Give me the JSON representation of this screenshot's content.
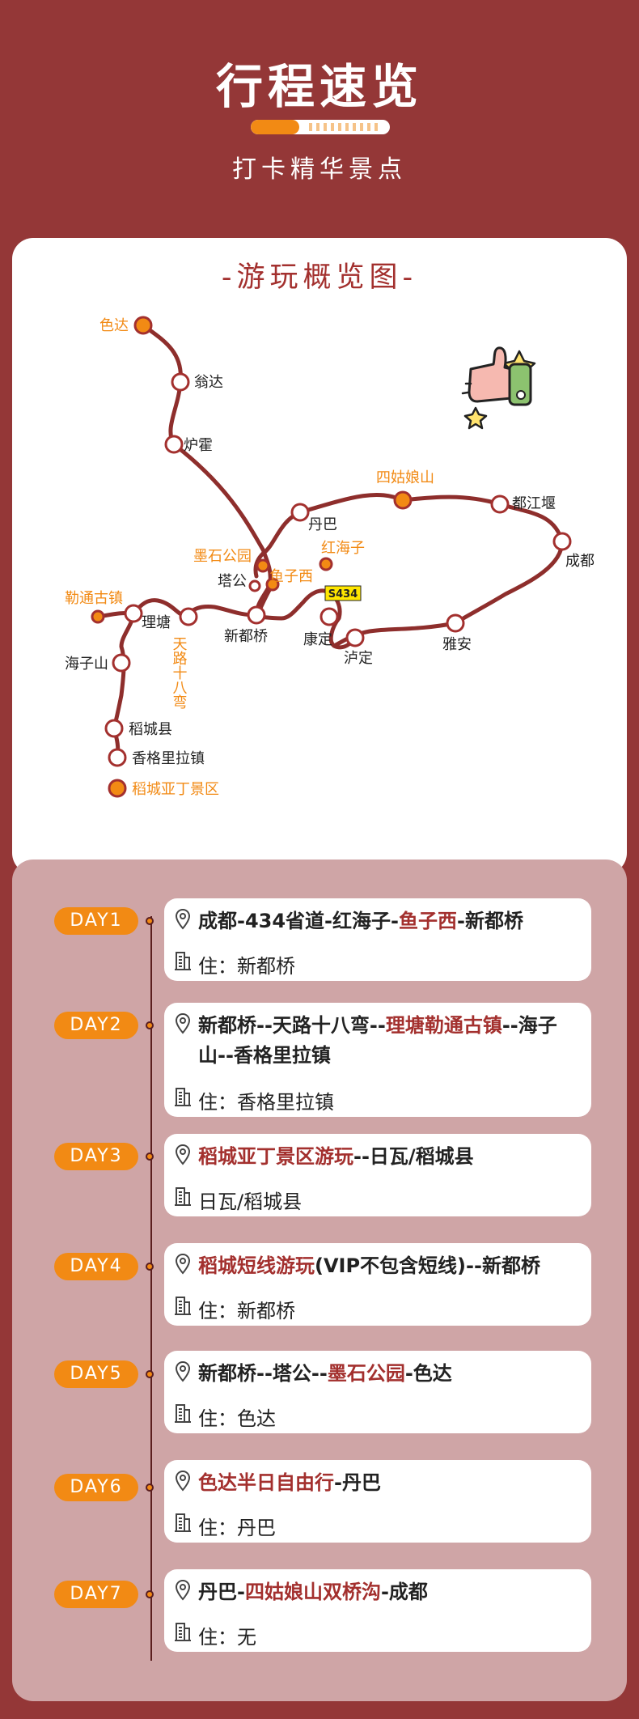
{
  "header": {
    "title": "行程速览",
    "subtitle": "打卡精华景点",
    "progress_fraction": 0.35
  },
  "colors": {
    "background": "#943737",
    "accent_orange": "#f28a14",
    "route_red": "#8e2e2c",
    "highlight_text": "#a3302e",
    "schedule_panel": "#cfa5a6"
  },
  "map": {
    "title": "-游玩概览图-",
    "places": {
      "seda": "色达",
      "wengda": "翁达",
      "luhuo": "炉霍",
      "sigunianshan": "四姑娘山",
      "dujiangyan": "都江堰",
      "danba": "丹巴",
      "chengdu": "成都",
      "moshi_park": "墨石公园",
      "tagong": "塔公",
      "yuzixi": "鱼子西",
      "honghaizi": "红海子",
      "road_sign": "S434",
      "letong_town": "勒通古镇",
      "litang": "理塘",
      "xinduqiao": "新都桥",
      "kangding": "康定",
      "luding": "泸定",
      "yaan": "雅安",
      "tianlu18": "天路十八弯",
      "haizishan": "海子山",
      "daocheng": "稻城县",
      "shangri_la": "香格里拉镇",
      "yading": "稻城亚丁景区"
    },
    "illustration": "thumbs-up-icon"
  },
  "days": [
    {
      "badge": "DAY1",
      "route": [
        {
          "t": "成都-434省道-红海子-",
          "hl": false
        },
        {
          "t": "鱼子西",
          "hl": true
        },
        {
          "t": "-新都桥",
          "hl": false
        }
      ],
      "stay": "住：新都桥"
    },
    {
      "badge": "DAY2",
      "route": [
        {
          "t": "新都桥--天路十八弯--",
          "hl": false
        },
        {
          "t": "理塘勒通古镇",
          "hl": true
        },
        {
          "t": "--海子山--香格里拉镇",
          "hl": false
        }
      ],
      "stay": "住：香格里拉镇"
    },
    {
      "badge": "DAY3",
      "route": [
        {
          "t": "稻城亚丁景区游玩",
          "hl": true
        },
        {
          "t": "--日瓦/稻城县",
          "hl": false
        }
      ],
      "stay": "日瓦/稻城县"
    },
    {
      "badge": "DAY4",
      "route": [
        {
          "t": "稻城短线游玩",
          "hl": true
        },
        {
          "t": "(VIP不包含短线)--新都桥",
          "hl": false
        }
      ],
      "stay": "住：新都桥"
    },
    {
      "badge": "DAY5",
      "route": [
        {
          "t": "新都桥--塔公--",
          "hl": false
        },
        {
          "t": "墨石公园",
          "hl": true
        },
        {
          "t": "-色达",
          "hl": false
        }
      ],
      "stay": "住：色达"
    },
    {
      "badge": "DAY6",
      "route": [
        {
          "t": "色达半日自由行",
          "hl": true
        },
        {
          "t": "-丹巴",
          "hl": false
        }
      ],
      "stay": "住：丹巴"
    },
    {
      "badge": "DAY7",
      "route": [
        {
          "t": "丹巴-",
          "hl": false
        },
        {
          "t": "四姑娘山双桥沟",
          "hl": true
        },
        {
          "t": "-成都",
          "hl": false
        }
      ],
      "stay": "住：无"
    }
  ]
}
